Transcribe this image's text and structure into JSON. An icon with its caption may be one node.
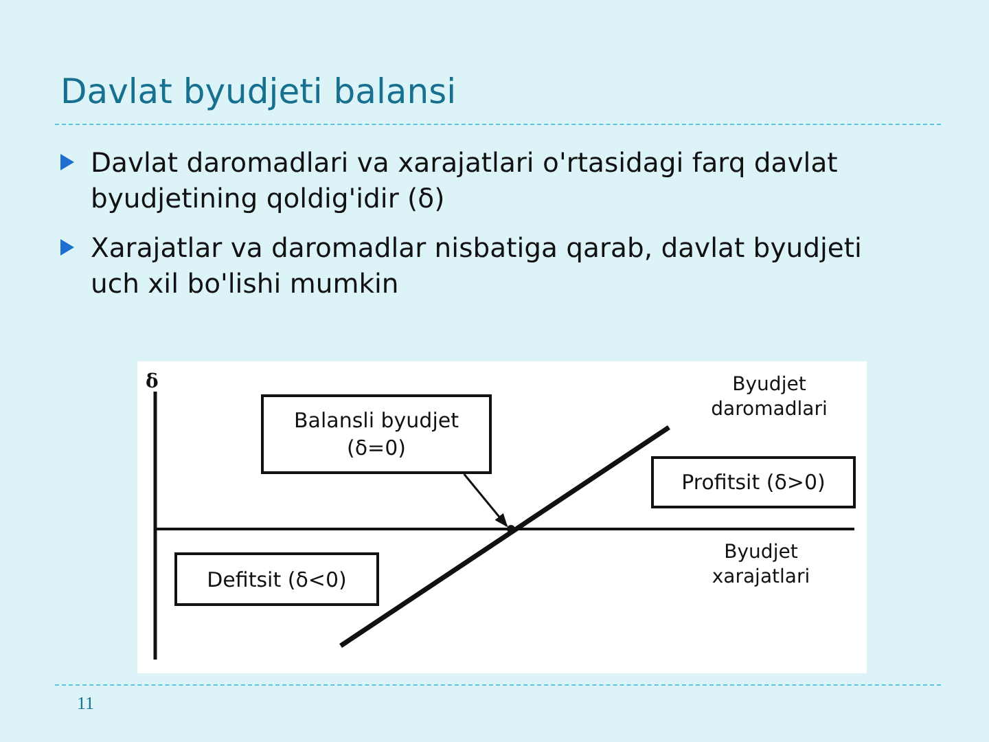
{
  "diagram": {
    "title": "Davlat byudjeti balansi",
    "nodes": [
      {
        "text": [
          "Balansli byudjet (δ=0)"
        ]
      },
      {
        "text": [
          "Profitsit (δ>0)"
        ]
      },
      {
        "text": [
          "Defitsit (δ<0)"
        ]
      },
      {
        "text": [],
        "shape": "circle"
      }
    ],
    "edges": [
      {
        "from": 0,
        "to": 3,
        "arrow": "to"
      }
    ],
    "labels": [
      "Davlat daromadlari va xarajatlari o'rtasidagi farq davlat byudjetining qoldig'idir (δ)",
      "Xarajatlar va daromadlar nisbatiga qarab, davlat byudjeti uch xil bo'lishi mumkin",
      "δ",
      "Byudjet daromadlari",
      "Byudjet xarajatlari",
      "11"
    ]
  }
}
